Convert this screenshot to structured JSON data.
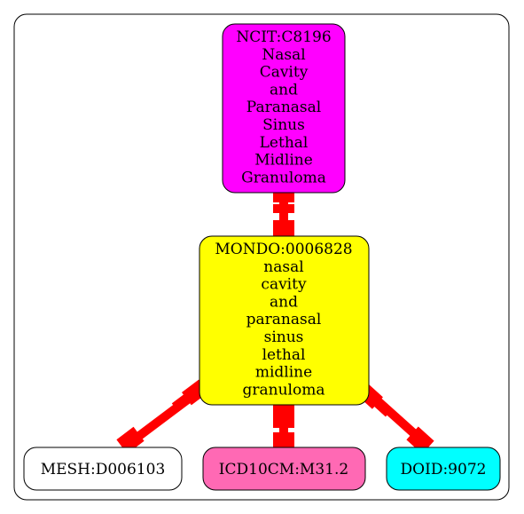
{
  "graph": {
    "nodes": {
      "ncit": {
        "lines": [
          "NCIT:C8196",
          "Nasal",
          "Cavity",
          "and",
          "Paranasal",
          "Sinus",
          "Lethal",
          "Midline",
          "Granuloma"
        ],
        "fill": "#ff00ff"
      },
      "mondo": {
        "lines": [
          "MONDO:0006828",
          "nasal",
          "cavity",
          "and",
          "paranasal",
          "sinus",
          "lethal",
          "midline",
          "granuloma"
        ],
        "fill": "#ffff00"
      },
      "mesh": {
        "lines": [
          "MESH:D006103"
        ],
        "fill": "#ffffff"
      },
      "icd": {
        "lines": [
          "ICD10CM:M31.2"
        ],
        "fill": "#ff69b4"
      },
      "doid": {
        "lines": [
          "DOID:9072"
        ],
        "fill": "#00ffff"
      }
    },
    "edge_color": "#ff0000",
    "edges": [
      {
        "from": "ncit",
        "to": "mondo"
      },
      {
        "from": "mondo",
        "to": "mesh"
      },
      {
        "from": "mondo",
        "to": "icd"
      },
      {
        "from": "mondo",
        "to": "doid"
      }
    ]
  }
}
